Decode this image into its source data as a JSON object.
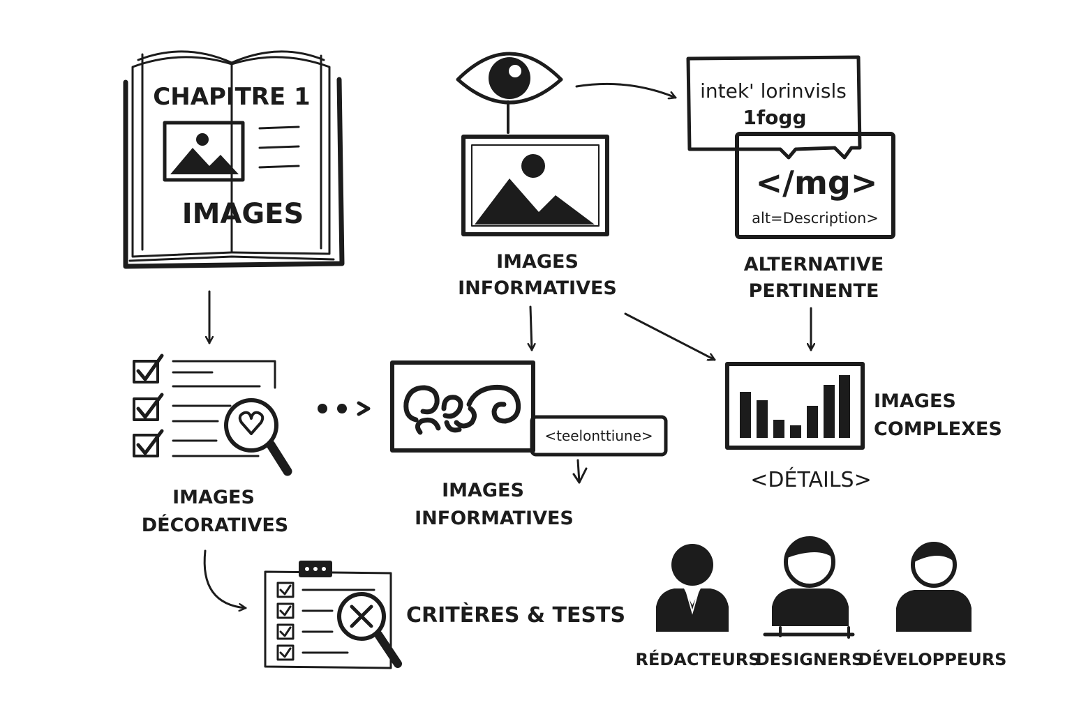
{
  "book": {
    "chapter": "CHAPITRE 1",
    "title": "IMAGES"
  },
  "speech_bubble": {
    "line1": "intek' lorinvisls",
    "line2": "1fogg"
  },
  "code_card": {
    "tag": "</mg>",
    "attr": "alt=Description>"
  },
  "labels": {
    "informatives_top": [
      "IMAGES",
      "INFORMATIVES"
    ],
    "alternative": [
      "ALTERNATIVE",
      "PERTINENTE"
    ],
    "decoratives": [
      "IMAGES",
      "DÉCORATIVES"
    ],
    "informatives_mid": [
      "IMAGES",
      "INFORMATIVES"
    ],
    "complexes": [
      "IMAGES",
      "COMPLEXES"
    ],
    "details": "<DÉTAILS>",
    "criteres": "CRITÈRES & TESTS"
  },
  "ornament_tag": "<teelonttiune>",
  "roles": [
    "RÉDACTEURS",
    "DESIGNERS",
    "DÉVELOPPEURS"
  ],
  "colors": {
    "ink": "#1c1c1c",
    "paper": "#ffffff"
  }
}
